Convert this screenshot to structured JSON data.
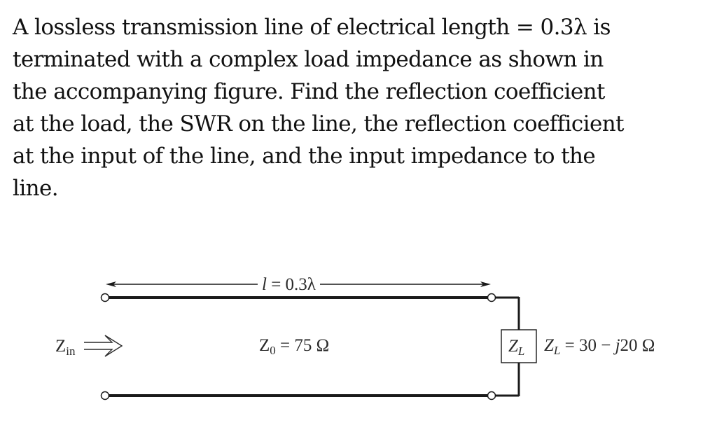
{
  "problem": {
    "lines": [
      "A lossless transmission line of electrical length = 0.3λ is",
      "terminated with a complex load impedance as shown in",
      "the accompanying figure.  Find the reflection coefficient",
      "at the load, the SWR on the line, the reflection coefficient",
      "at the input of the line, and the input impedance to the",
      "line."
    ]
  },
  "figure": {
    "length_label": {
      "symbol": "l",
      "rest": " = 0.3λ"
    },
    "input_label": {
      "symbol": "Z",
      "subscript": "in"
    },
    "characteristic_impedance": {
      "symbol": "Z",
      "subscript": "0",
      "rest": " = 75 Ω"
    },
    "load_box": {
      "symbol": "Z",
      "subscript": "L"
    },
    "load_value": {
      "symbol": "Z",
      "subscript": "L",
      "rest_a": " = 30 − ",
      "j": "j",
      "rest_b": "20 Ω"
    },
    "colors": {
      "line": "#1a1a1a",
      "text": "#2a2a2a",
      "background": "#ffffff"
    }
  }
}
